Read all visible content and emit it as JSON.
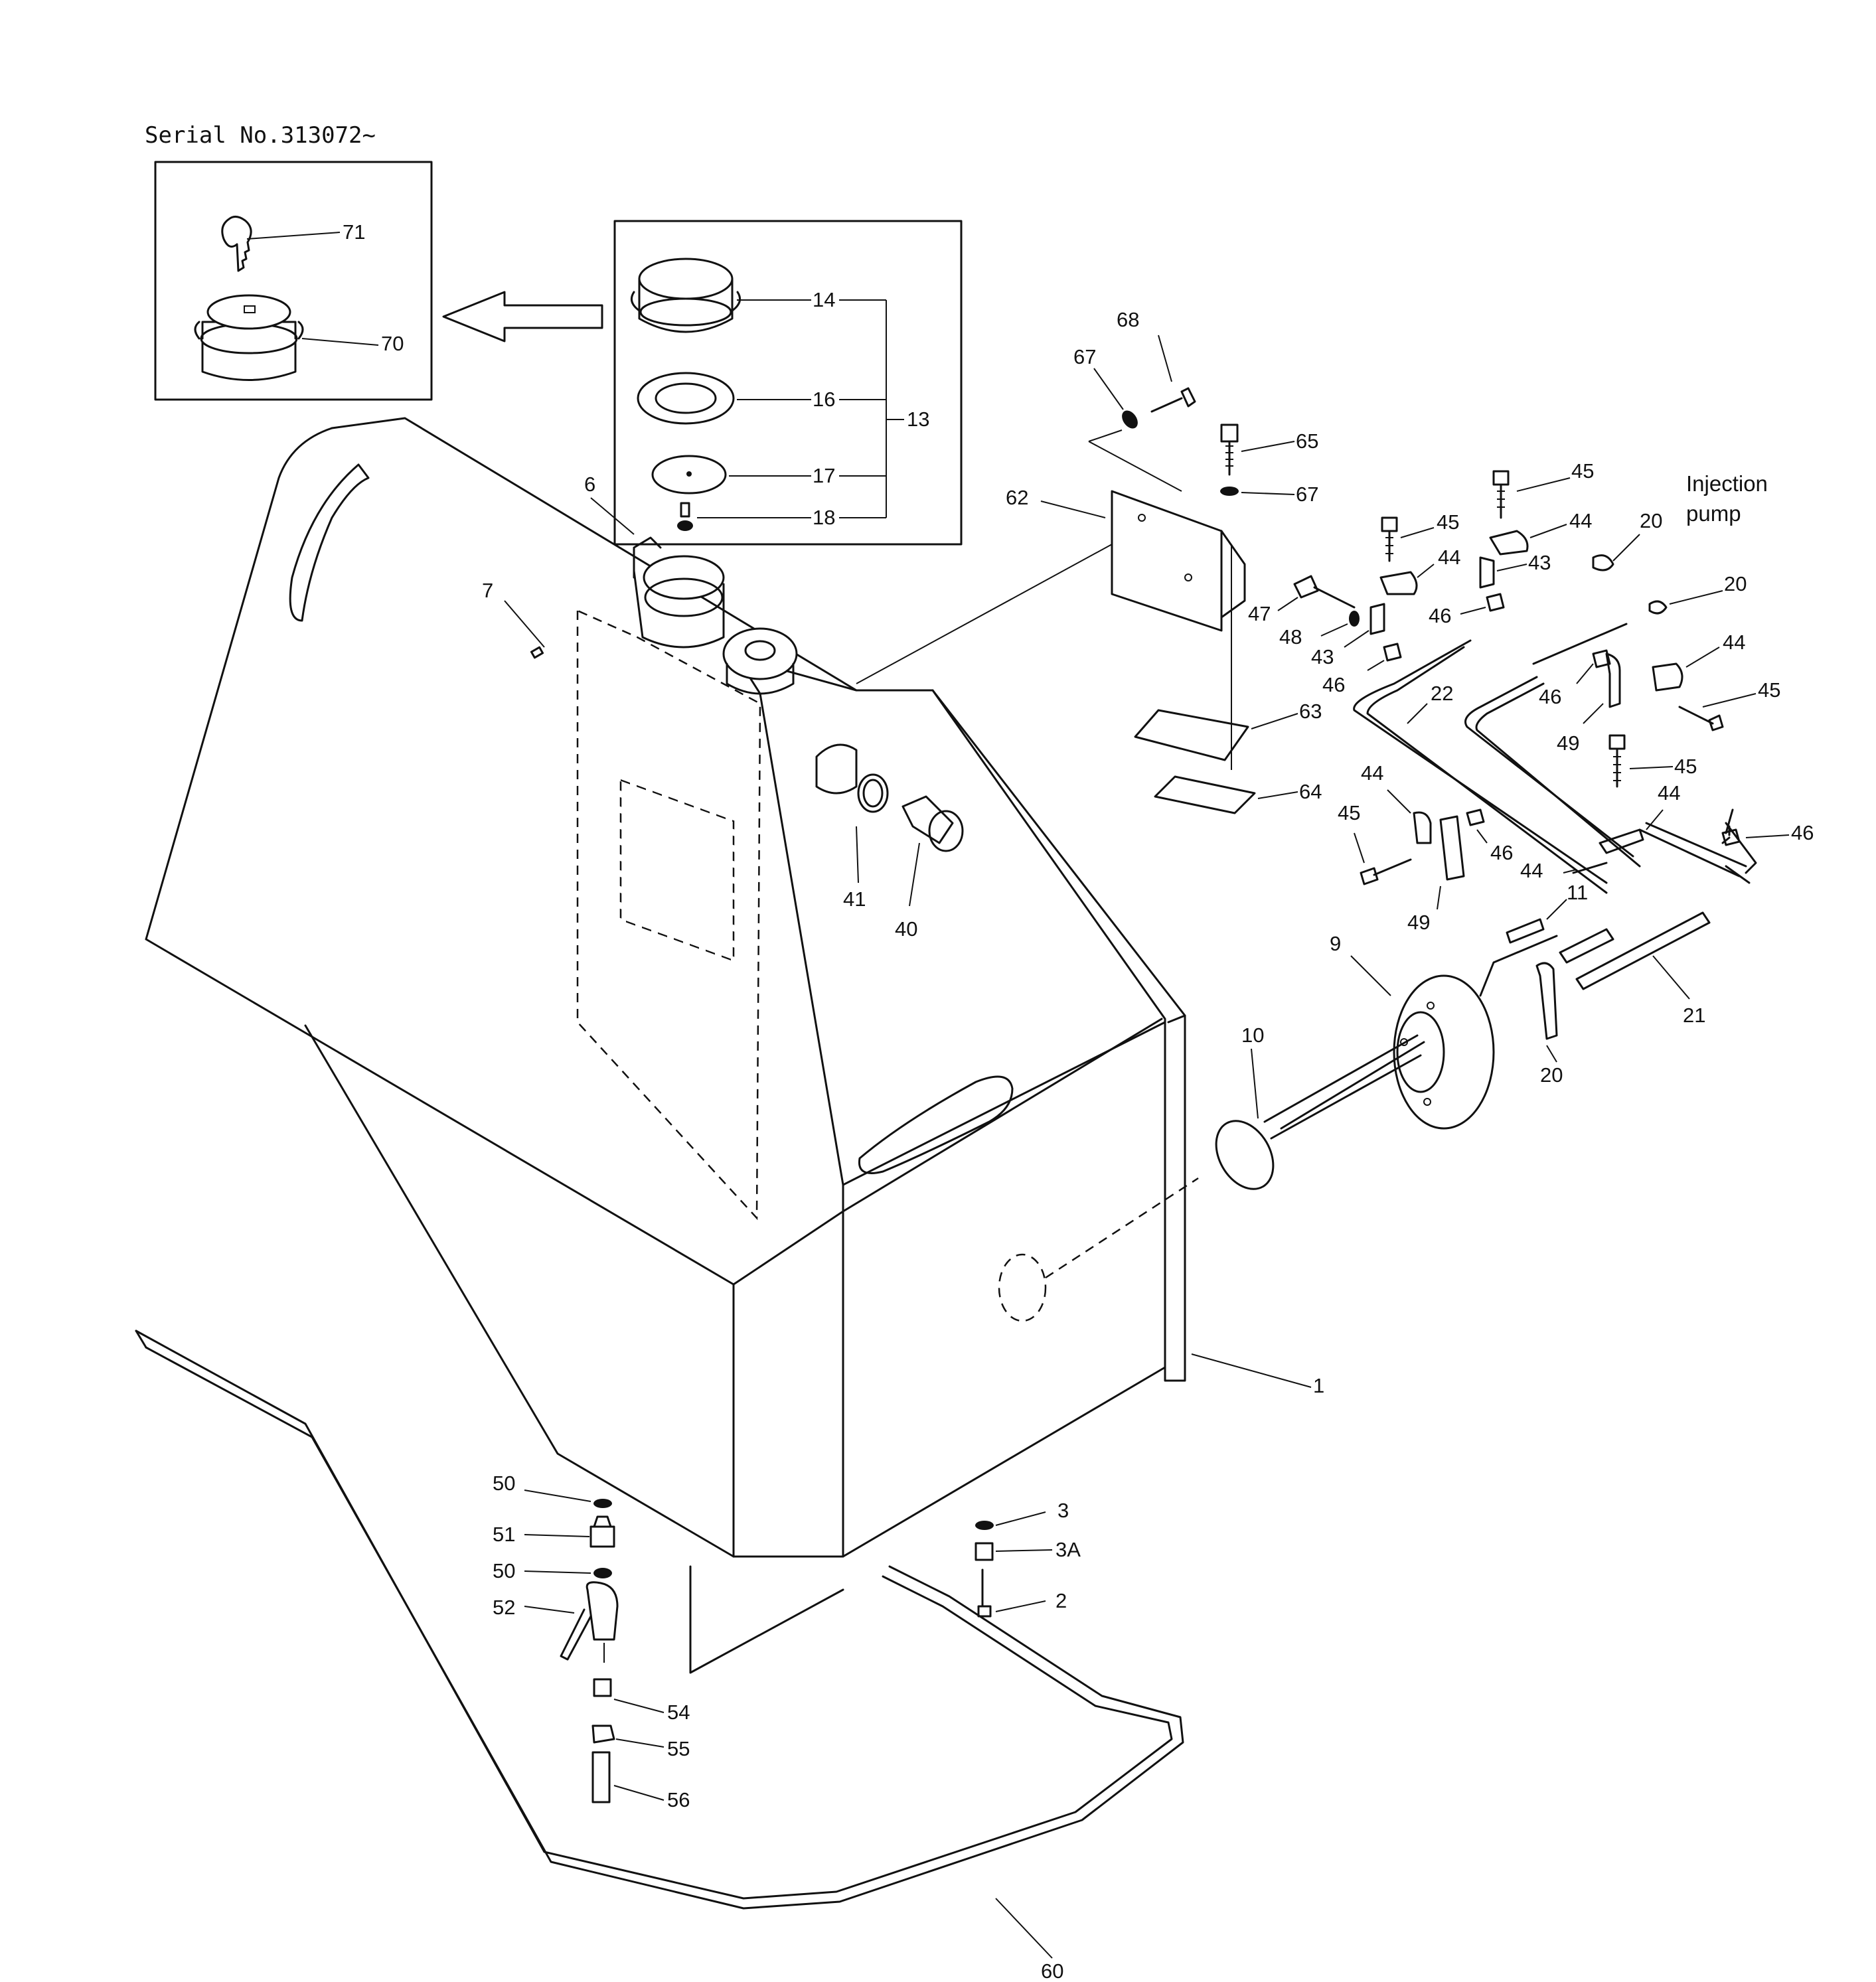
{
  "serial_note": "Serial  No.313072~",
  "annotation": {
    "injection_pump_line1": "Injection",
    "injection_pump_line2": "pump"
  },
  "callouts": {
    "c1": "1",
    "c2": "2",
    "c3": "3",
    "c3a": "3A",
    "c6": "6",
    "c7": "7",
    "c9": "9",
    "c10": "10",
    "c11": "11",
    "c13": "13",
    "c14": "14",
    "c16": "16",
    "c17": "17",
    "c18": "18",
    "c20a": "20",
    "c20b": "20",
    "c20c": "20",
    "c21": "21",
    "c22": "22",
    "c40": "40",
    "c41": "41",
    "c43a": "43",
    "c43b": "43",
    "c44a": "44",
    "c44b": "44",
    "c44c": "44",
    "c44d": "44",
    "c44e": "44",
    "c44f": "44",
    "c45a": "45",
    "c45b": "45",
    "c45c": "45",
    "c45d": "45",
    "c45e": "45",
    "c46a": "46",
    "c46b": "46",
    "c46c": "46",
    "c46d": "46",
    "c46e": "46",
    "c47": "47",
    "c48": "48",
    "c49a": "49",
    "c49b": "49",
    "c50a": "50",
    "c50b": "50",
    "c51": "51",
    "c52": "52",
    "c54": "54",
    "c55": "55",
    "c56": "56",
    "c60": "60",
    "c62": "62",
    "c63": "63",
    "c64": "64",
    "c65": "65",
    "c67a": "67",
    "c67b": "67",
    "c68": "68",
    "c70": "70",
    "c71": "71"
  }
}
